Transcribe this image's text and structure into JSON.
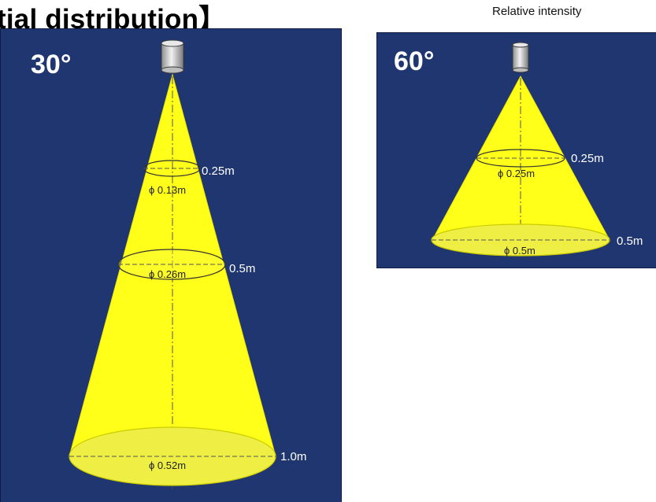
{
  "heading": "tial distribution】",
  "legend": "Relative intensity",
  "colors": {
    "panel_bg": "#1f3670",
    "beam": "#ffff1a",
    "beam_edge": "#f2e600",
    "spot_fill": "#f0ef4a",
    "text_light": "#ffffff",
    "sensor": "#cfcfcf"
  },
  "icons": [
    "light-sensor-icon",
    "light-sensor-icon"
  ],
  "diagrams": [
    {
      "angle": "30°",
      "levels": [
        {
          "distance": "0.25m",
          "diameter": "ϕ 0.13m"
        },
        {
          "distance": "0.5m",
          "diameter": "ϕ 0.26m"
        },
        {
          "distance": "1.0m",
          "diameter": "ϕ 0.52m"
        }
      ]
    },
    {
      "angle": "60°",
      "levels": [
        {
          "distance": "0.25m",
          "diameter": "ϕ 0.25m"
        },
        {
          "distance": "0.5m",
          "diameter": "ϕ 0.5m"
        }
      ]
    }
  ]
}
